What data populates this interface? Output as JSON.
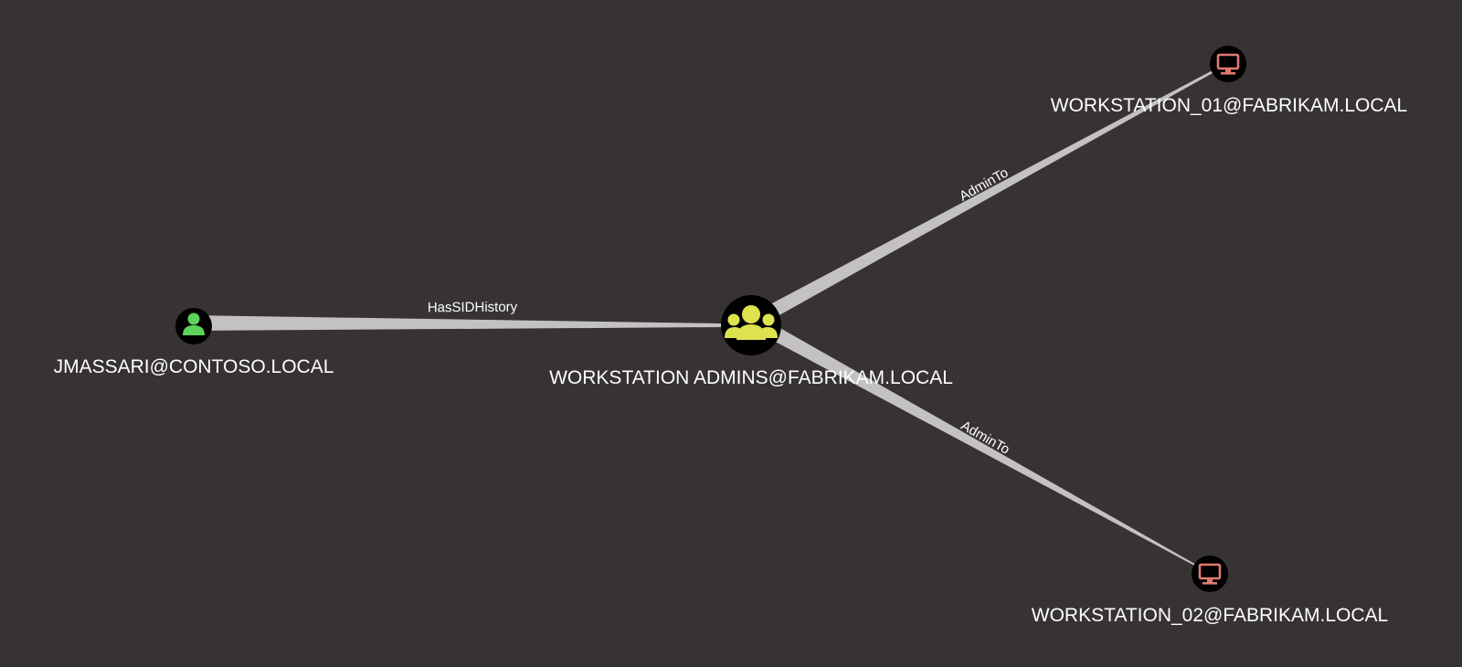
{
  "background_color": "#363332",
  "nodes": {
    "user": {
      "label": "JMASSARI@CONTOSO.LOCAL",
      "kind": "user",
      "icon": "user-icon",
      "icon_color": "#5ed35b"
    },
    "group": {
      "label": "WORKSTATION ADMINS@FABRIKAM.LOCAL",
      "kind": "group",
      "icon": "group-icon",
      "icon_color": "#dfe24f"
    },
    "computer1": {
      "label": "WORKSTATION_01@FABRIKAM.LOCAL",
      "kind": "computer",
      "icon": "computer-icon",
      "icon_color": "#e07a71"
    },
    "computer2": {
      "label": "WORKSTATION_02@FABRIKAM.LOCAL",
      "kind": "computer",
      "icon": "computer-icon",
      "icon_color": "#e07a71"
    }
  },
  "edges": {
    "has_sid_history": {
      "label": "HasSIDHistory",
      "from": "user",
      "to": "group"
    },
    "admin_to_1": {
      "label": "AdminTo",
      "from": "group",
      "to": "computer1"
    },
    "admin_to_2": {
      "label": "AdminTo",
      "from": "group",
      "to": "computer2"
    }
  },
  "edge_color": "#c4c2c1"
}
